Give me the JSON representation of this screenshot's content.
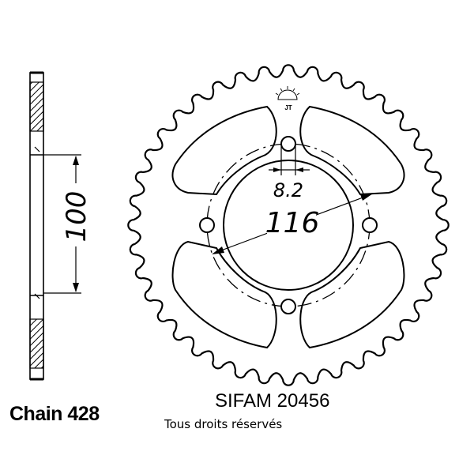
{
  "dimensions": {
    "hub_width": "100",
    "hole_diameter": "8.2",
    "bolt_circle": "116"
  },
  "chain_label": "Chain 428",
  "part_label": "SIFAM 20456",
  "rights_label": "Tous droits réservés",
  "logo_text": "JT",
  "sprocket": {
    "teeth": 40
  },
  "colors": {
    "line": "#000000",
    "background": "#ffffff"
  }
}
